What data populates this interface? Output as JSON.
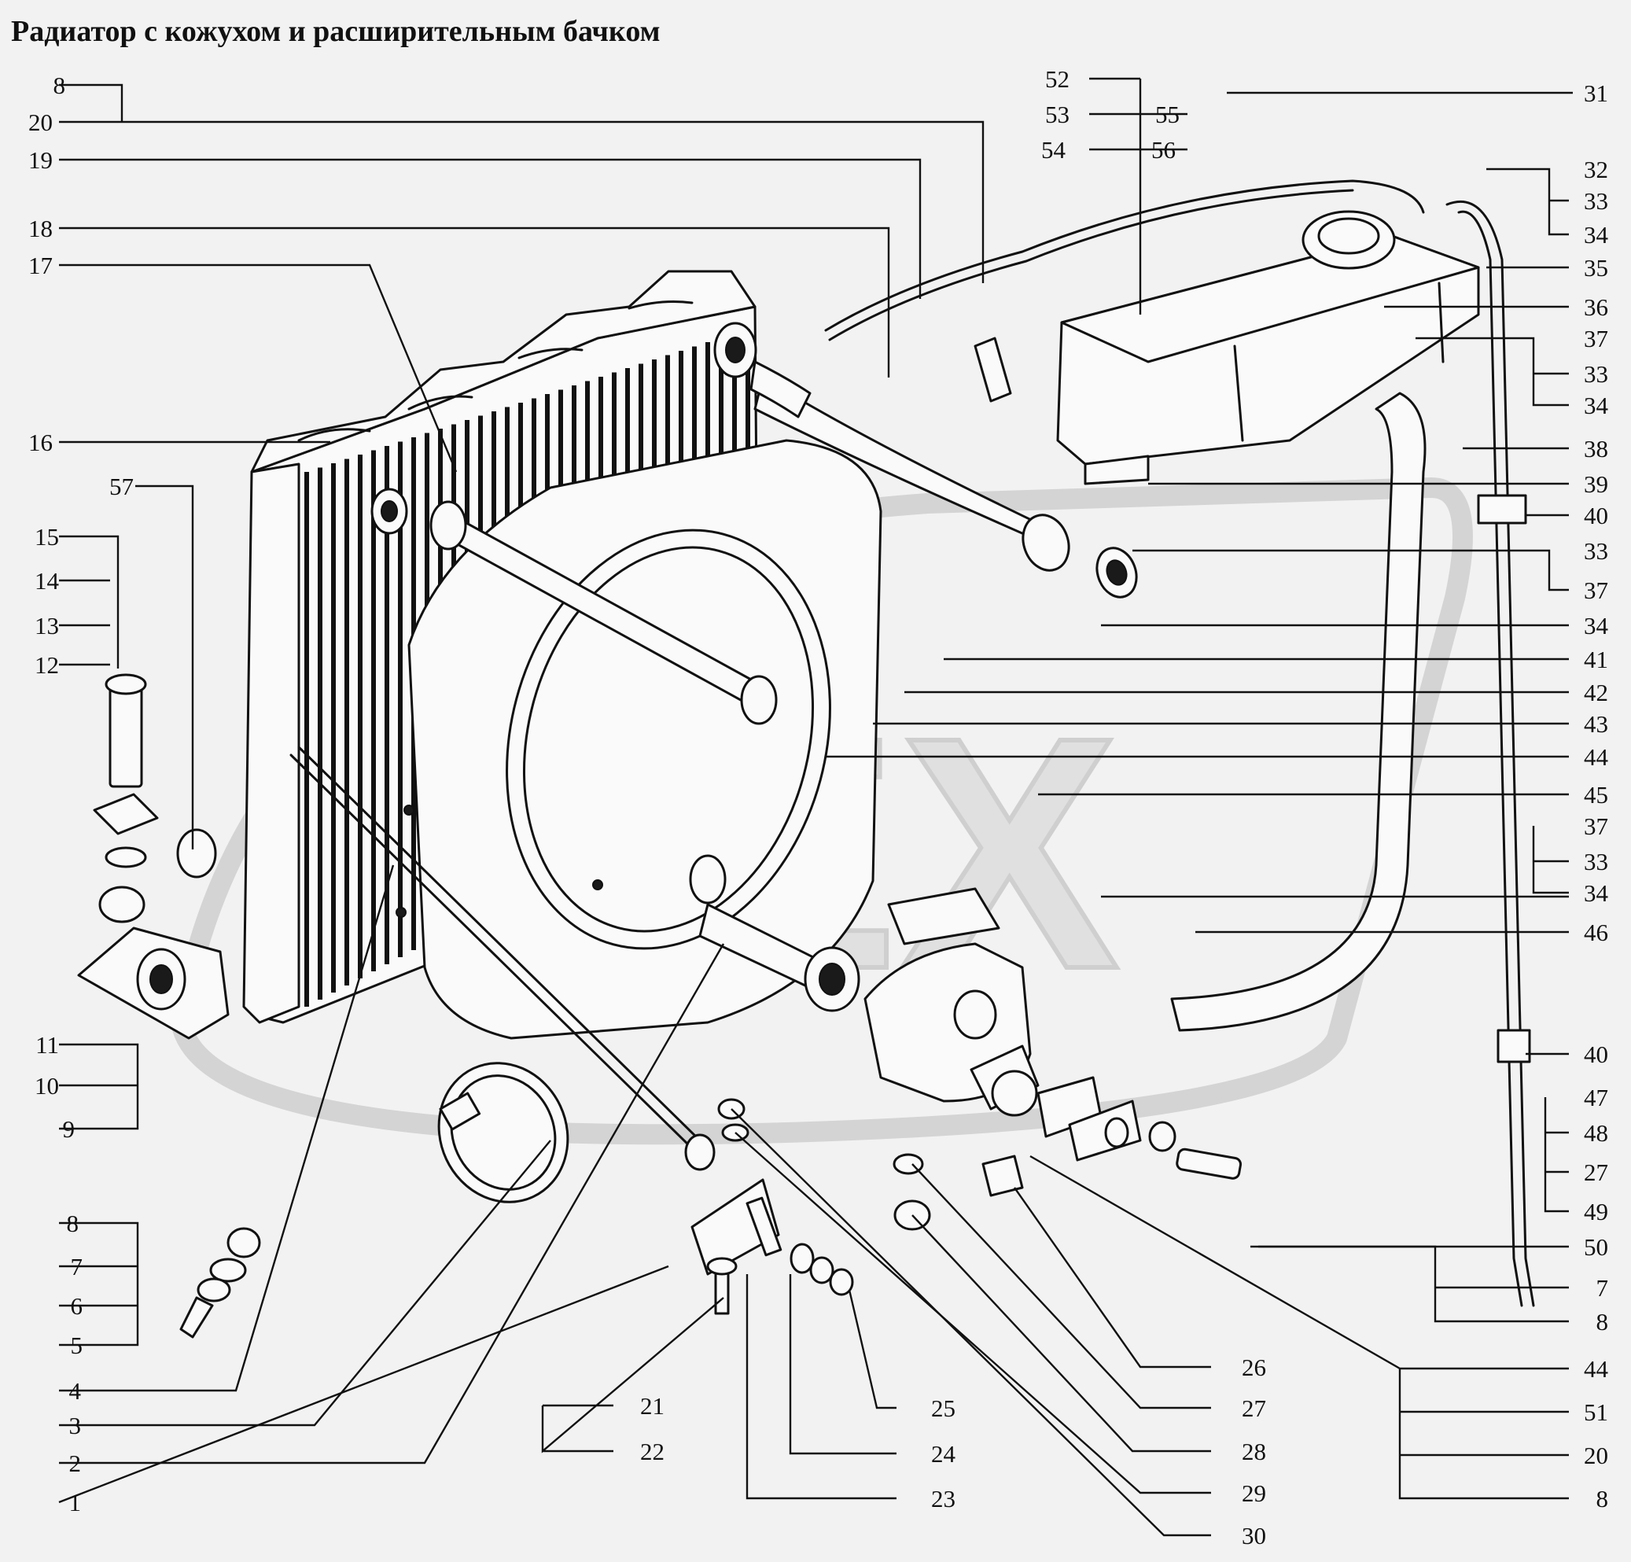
{
  "title": "Радиатор с кожухом и расширительным бачком",
  "watermark": "REX",
  "colors": {
    "background": "#f2f2f2",
    "ink": "#111111",
    "watermark": "#d4d4d4"
  },
  "left_labels": [
    "8",
    "20",
    "19",
    "18",
    "17",
    "16",
    "57",
    "15",
    "14",
    "13",
    "12",
    "11",
    "10",
    "9",
    "8",
    "7",
    "6",
    "5",
    "4",
    "3",
    "2",
    "1"
  ],
  "top_labels": [
    "52",
    "53",
    "55",
    "54",
    "56"
  ],
  "right_labels": [
    "31",
    "32",
    "33",
    "34",
    "35",
    "36",
    "37",
    "33",
    "34",
    "38",
    "39",
    "40",
    "33",
    "37",
    "34",
    "41",
    "42",
    "43",
    "44",
    "45",
    "37",
    "33",
    "34",
    "46",
    "40",
    "47",
    "48",
    "27",
    "49",
    "50",
    "7",
    "8",
    "44",
    "51",
    "20",
    "8"
  ],
  "bottom_labels": [
    "21",
    "22",
    "23",
    "24",
    "25",
    "26",
    "27",
    "28",
    "29",
    "30"
  ]
}
